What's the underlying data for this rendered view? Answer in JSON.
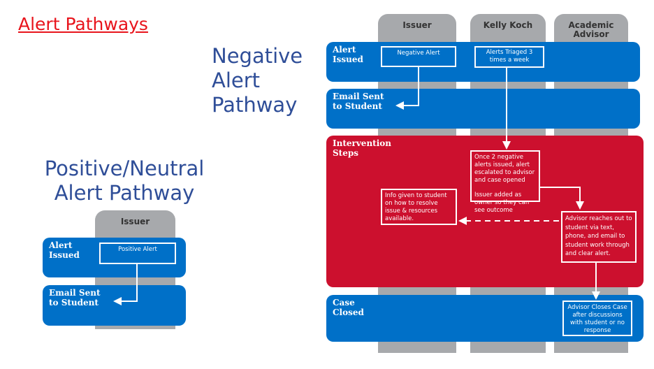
{
  "title": "Alert Pathways",
  "negative": {
    "heading": "Negative Alert Pathway",
    "columns": [
      "Issuer",
      "Kelly Koch",
      "Academic Advisor"
    ],
    "rows": [
      "Alert Issued",
      "Email Sent to Student",
      "Intervention Steps",
      "Case Closed"
    ],
    "boxes": {
      "negative_alert": "Negative Alert",
      "triaged": "Alerts Triaged 3 times a week",
      "escalated": "Once 2 negative alerts issued, alert escalated to advisor and case opened",
      "owner": "Issuer added as owner so they can see outcome",
      "info": "Info given to student on how to resolve issue & resources available.",
      "reaches_out": "Advisor reaches out to student via text, phone, and email to student work through and clear alert.",
      "closes": "Advisor Closes Case after discussions with student or no response"
    }
  },
  "positive": {
    "heading": "Positive/Neutral Alert Pathway",
    "column": "Issuer",
    "rows": [
      "Alert Issued",
      "Email Sent to Student"
    ],
    "box": "Positive Alert"
  },
  "colors": {
    "blue": "#0070c8",
    "red": "#cc102e",
    "gray": "#a7a9ac",
    "title_red": "#e8141c",
    "heading_blue": "#2f4e98"
  }
}
